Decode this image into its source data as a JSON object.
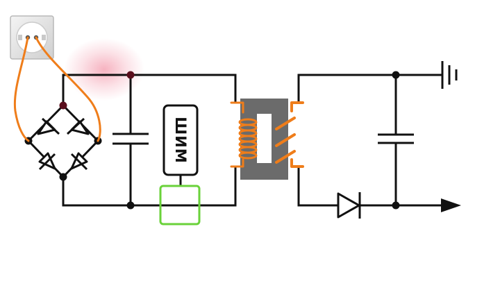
{
  "diagram": {
    "pwm_label": "ШИМ",
    "colors": {
      "wire": "#111111",
      "coil": "#ef7d1a",
      "core": "#6b6b6b",
      "socket_glow": "#e8365a",
      "pwm_switch": "#6ad23a"
    },
    "components": [
      {
        "name": "wall-socket"
      },
      {
        "name": "diode-bridge"
      },
      {
        "name": "input-capacitor"
      },
      {
        "name": "pwm-controller"
      },
      {
        "name": "switch"
      },
      {
        "name": "transformer"
      },
      {
        "name": "output-diode"
      },
      {
        "name": "output-capacitor"
      },
      {
        "name": "ground"
      },
      {
        "name": "output-arrow"
      }
    ]
  }
}
